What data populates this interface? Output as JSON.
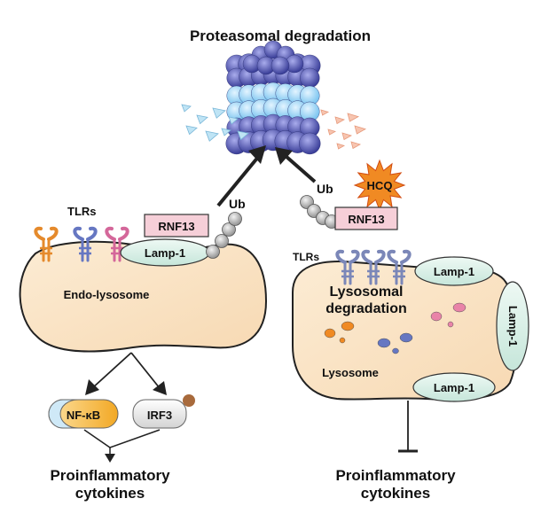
{
  "title": "Proteasomal degradation",
  "left": {
    "receptors_label": "TLRs",
    "rnf_label": "RNF13",
    "lamp_label": "Lamp-1",
    "ub_label": "Ub",
    "compartment_label": "Endo-lysosome",
    "nfkb_label": "NF-κB",
    "irf3_label": "IRF3",
    "output_line1": "Proinflammatory",
    "output_line2": "cytokines"
  },
  "right": {
    "drug_label": "HCQ",
    "ub_label": "Ub",
    "rnf_label": "RNF13",
    "receptors_label": "TLRs",
    "lamp_top_label": "Lamp-1",
    "lamp_side_label": "Lamp-1",
    "lamp_bottom_label": "Lamp-1",
    "degradation_line1": "Lysosomal",
    "degradation_line2": "degradation",
    "compartment_label": "Lysosome",
    "output_line1": "Proinflammatory",
    "output_line2": "cytokines"
  },
  "colors": {
    "cell_fill": "#fbe6c8",
    "proteasome_light": "#8fd0f3",
    "proteasome_dark": "#3b3f9c",
    "rnf_fill": "#f6cfd8",
    "lamp_fill": "#d8efe7",
    "nfkb_orange": "#f6b73c",
    "nfkb_blue": "#cfe9f7",
    "irf3_fill": "#e6e6e6",
    "hcq_orange": "#f08a23",
    "tlr_orange": "#e58a2c",
    "tlr_blue": "#6677c2",
    "tlr_pink": "#d4679a"
  }
}
